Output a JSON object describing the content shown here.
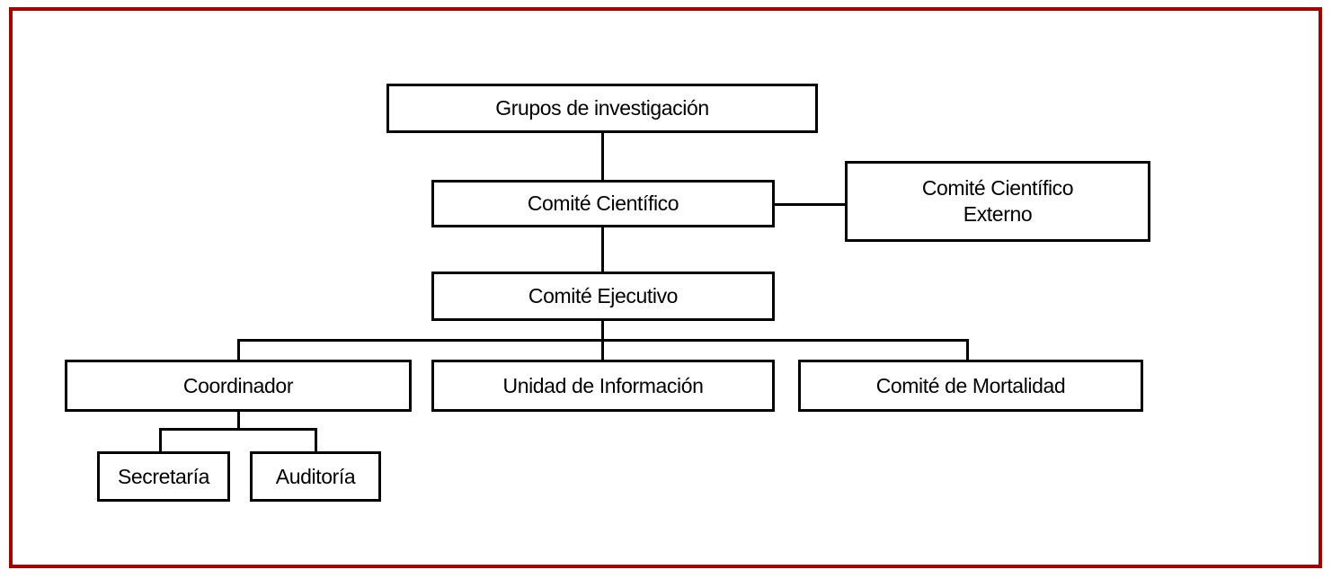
{
  "diagram": {
    "type": "org-chart",
    "colors": {
      "frame": "#a40000",
      "line": "#000000",
      "background": "#ffffff"
    },
    "nodes": {
      "grupos": {
        "label": "Grupos de investigación"
      },
      "cientifico": {
        "label": "Comité Científico"
      },
      "externo": {
        "line1": "Comité Científico",
        "line2": "Externo"
      },
      "ejecutivo": {
        "label": "Comité Ejecutivo"
      },
      "coordinador": {
        "label": "Coordinador"
      },
      "unidad": {
        "label": "Unidad de Información"
      },
      "mortalidad": {
        "label": "Comité de Mortalidad"
      },
      "secretaria": {
        "label": "Secretaría"
      },
      "auditoria": {
        "label": "Auditoría"
      }
    },
    "edges": [
      {
        "from": "Grupos de investigación",
        "to": "Comité Científico"
      },
      {
        "from": "Comité Científico",
        "to": "Comité Científico Externo"
      },
      {
        "from": "Comité Científico",
        "to": "Comité Ejecutivo"
      },
      {
        "from": "Comité Ejecutivo",
        "to": "Coordinador"
      },
      {
        "from": "Comité Ejecutivo",
        "to": "Unidad de Información"
      },
      {
        "from": "Comité Ejecutivo",
        "to": "Comité de Mortalidad"
      },
      {
        "from": "Coordinador",
        "to": "Secretaría"
      },
      {
        "from": "Coordinador",
        "to": "Auditoría"
      }
    ]
  }
}
